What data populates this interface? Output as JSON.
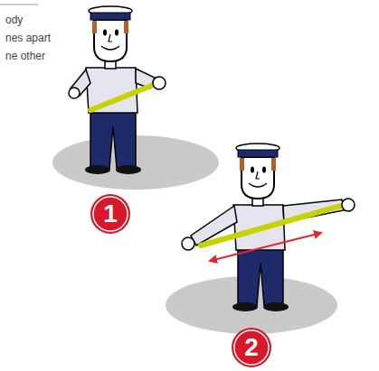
{
  "diagram": {
    "nodes": [
      {
        "text": [
          "1"
        ]
      },
      {
        "text": [
          "2"
        ]
      }
    ],
    "labels": [
      "ody",
      "nes apart",
      "ne other"
    ]
  }
}
